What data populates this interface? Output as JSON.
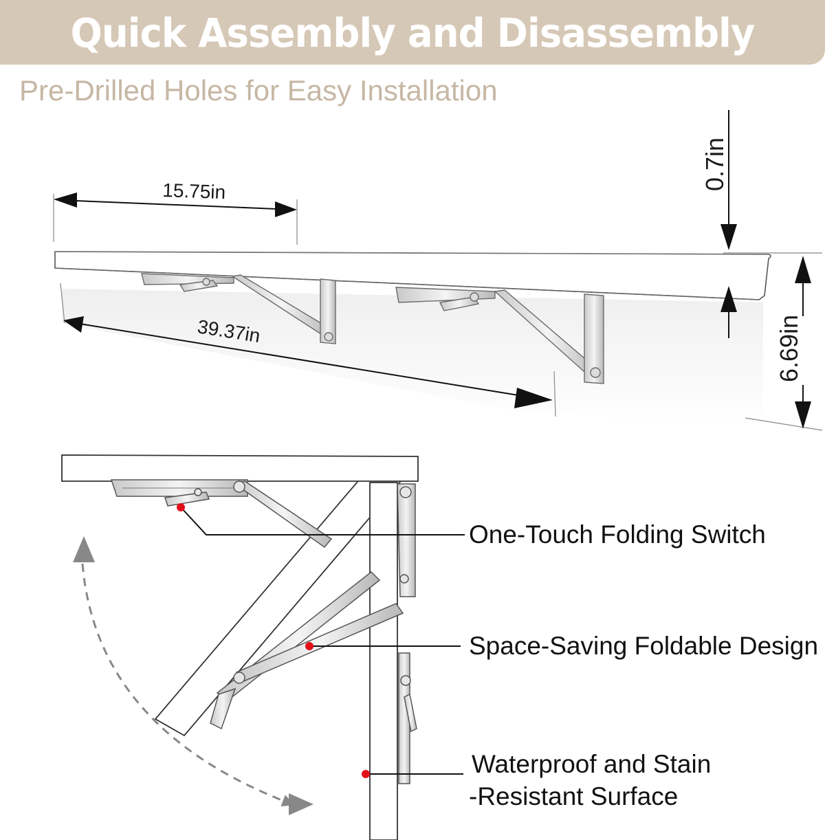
{
  "header": {
    "title": "Quick Assembly and Disassembly",
    "subtitle": "Pre-Drilled Holes for Easy Installation"
  },
  "dimensions": {
    "depth": "15.75in",
    "width": "39.37in",
    "thickness": "0.7in",
    "height": "6.69in"
  },
  "callouts": [
    {
      "lines": [
        "One-Touch Folding Switch"
      ]
    },
    {
      "lines": [
        "Space-Saving Foldable Design"
      ]
    },
    {
      "lines": [
        "Waterproof and Stain",
        "-Resistant Surface"
      ]
    }
  ],
  "colors": {
    "banner": "#d6c8b6",
    "subtitle": "#c6b7a4",
    "marker": "#e3101a",
    "arrow": "#888888"
  }
}
